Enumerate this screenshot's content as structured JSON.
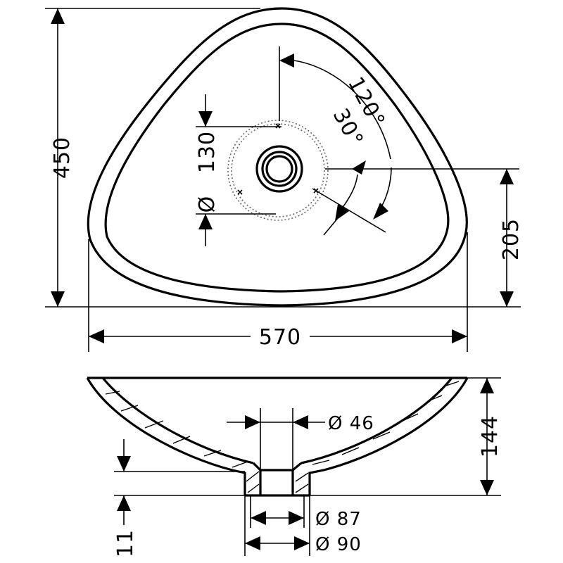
{
  "dimensions": {
    "height_450": "450",
    "offset_130": "130",
    "diameter_130_symbol": "Ø",
    "angle_120": "120°",
    "angle_30": "30°",
    "offset_205": "205",
    "width_570": "570",
    "drain_46": "Ø 46",
    "depth_144": "144",
    "waste_87": "Ø 87",
    "waste_90": "Ø 90",
    "base_11": "11"
  }
}
